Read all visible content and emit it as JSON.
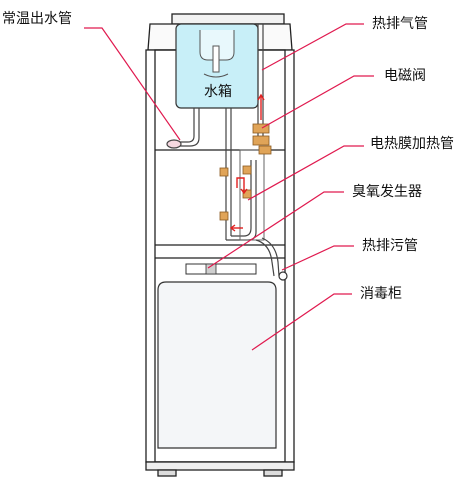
{
  "diagram": {
    "tank_label": "水箱",
    "labels": {
      "outlet": "常温出水管",
      "vent": "热排气管",
      "valve": "电磁阀",
      "heater": "电热膜加热管",
      "ozone": "臭氧发生器",
      "drain": "热排污管",
      "cabinet": "消毒柜"
    }
  },
  "colors": {
    "leader": "#e01a4f",
    "outline": "#222222",
    "tank_fill": "#c8eff8",
    "fitting": "#e0a458",
    "arrow_red": "#e02020",
    "cabinet_fill": "#f4f6f8"
  }
}
